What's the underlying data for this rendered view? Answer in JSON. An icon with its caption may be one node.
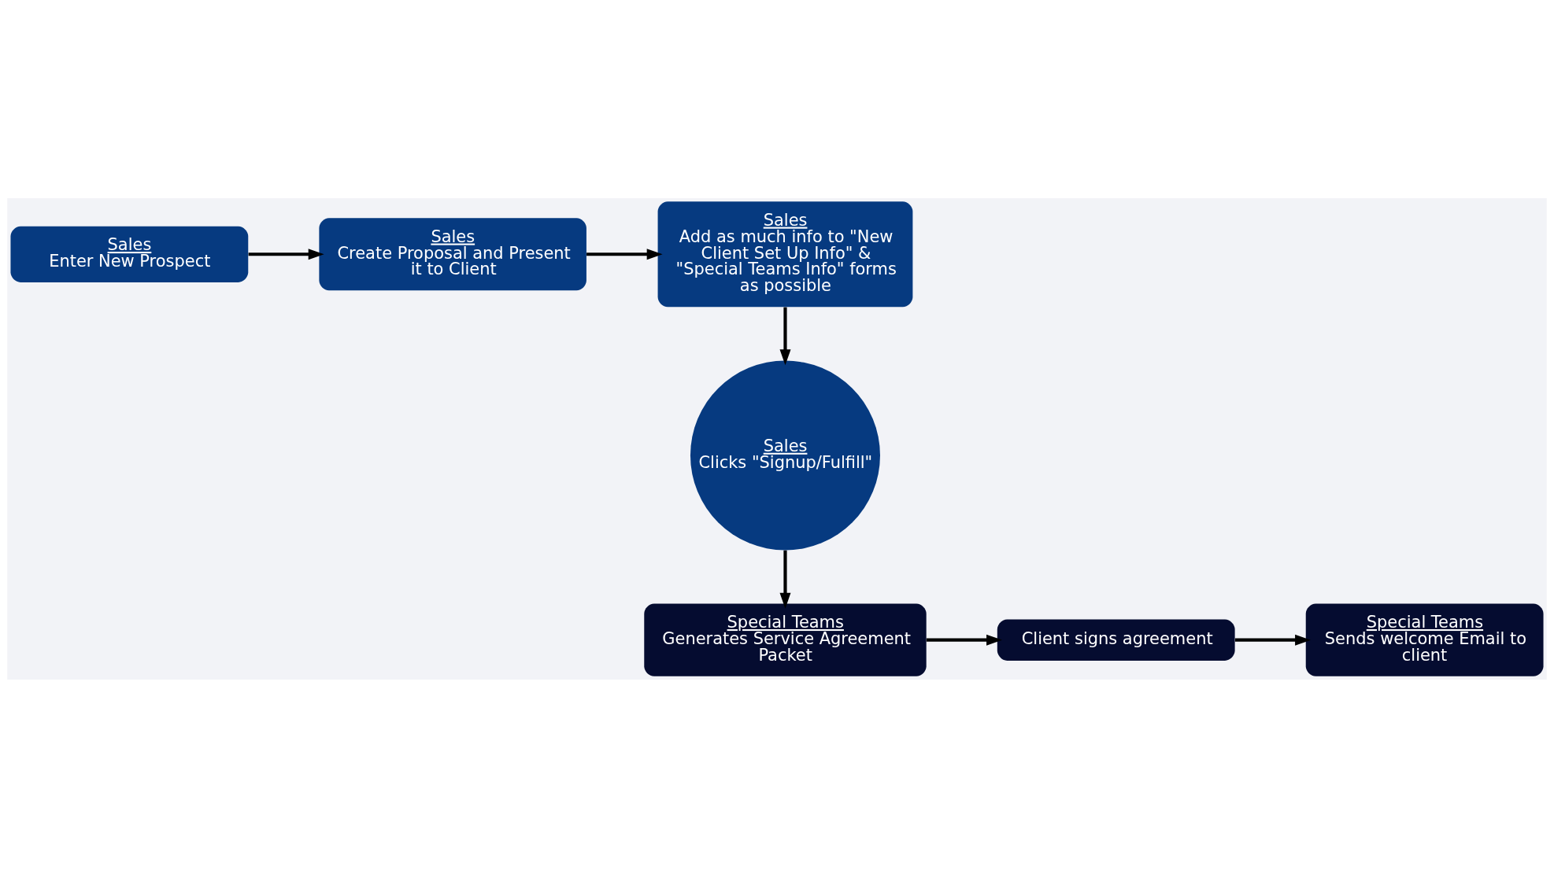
{
  "diagram": {
    "nodes": [
      {
        "text": [
          "Sales",
          "Enter New Prospect"
        ]
      },
      {
        "text": [
          "Sales",
          "Create Proposal and Present it to Client"
        ]
      },
      {
        "text": [
          "Sales",
          "Add as much info to \"New Client Set Up Info\" & \"Special Teams Info\" forms as possible"
        ]
      },
      {
        "text": [
          "Sales",
          "Clicks \"Signup/Fulfill\""
        ]
      },
      {
        "text": [
          "Special Teams",
          "Generates Service Agreement Packet"
        ]
      },
      {
        "text": [
          "Client signs agreement"
        ]
      },
      {
        "text": [
          "Special Teams",
          "Sends welcome Email to client"
        ]
      }
    ],
    "edges": [
      {
        "from": 0,
        "to": 1,
        "arrow": "to"
      },
      {
        "from": 1,
        "to": 2,
        "arrow": "to"
      },
      {
        "from": 2,
        "to": 3,
        "arrow": "to"
      },
      {
        "from": 3,
        "to": 4,
        "arrow": "to"
      },
      {
        "from": 4,
        "to": 5,
        "arrow": "to"
      },
      {
        "from": 5,
        "to": 6,
        "arrow": "to"
      }
    ]
  }
}
